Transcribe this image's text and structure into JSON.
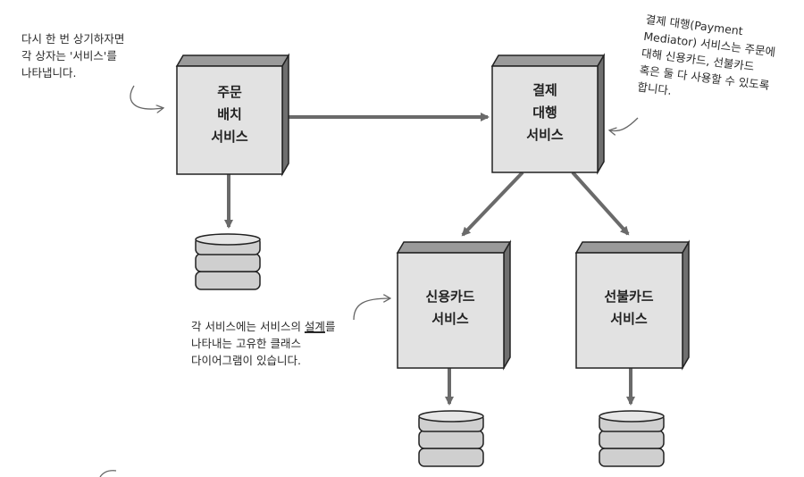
{
  "services": {
    "order_batch": [
      "주문",
      "배치",
      "서비스"
    ],
    "payment_mediator": [
      "결제",
      "대행",
      "서비스"
    ],
    "credit_card": [
      "신용카드",
      "서비스"
    ],
    "prepaid_card": [
      "선불카드",
      "서비스"
    ]
  },
  "notes": {
    "restate": [
      "다시 한 번 상기하자면",
      "각 상자는 '서비스'를",
      "나타냅니다."
    ],
    "mediator": [
      "결제 대행(Payment",
      "Mediator) 서비스는 주문에",
      "대해 신용카드, 선불카드",
      "혹은 둘 다 사용할 수 있도록",
      "합니다."
    ],
    "design": {
      "line1_prefix": "각 서비스에는 서비스의 ",
      "line1_emphasis": "설계",
      "line1_suffix": "를",
      "line2": "나타내는 고유한 클래스",
      "line3": "다이어그램이 있습니다."
    }
  },
  "colors": {
    "box_front": "#e2e2e2",
    "box_side": "#6f6f6f",
    "box_top": "#9a9a9a",
    "arrow": "#6a6a6a",
    "database": "#cfcfcf",
    "outline": "#222222"
  }
}
